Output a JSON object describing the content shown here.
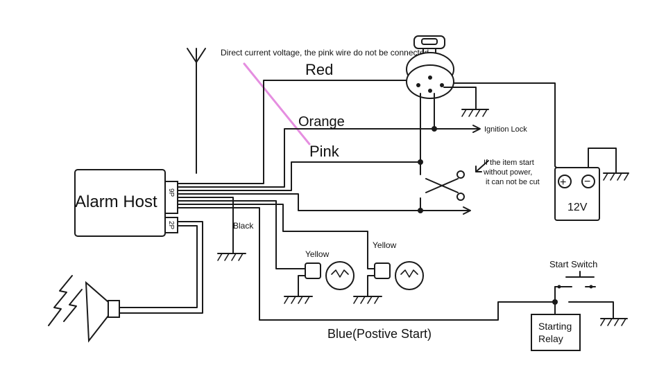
{
  "labels": {
    "note": "Direct current voltage, the pink wire do not be connected.",
    "red": "Red",
    "orange": "Orange",
    "pink": "Pink",
    "alarm_host": "Alarm Host",
    "connector_9p": "9P",
    "connector_2p": "2P",
    "black": "Black",
    "yellow_1": "Yellow",
    "yellow_2": "Yellow",
    "ignition_lock": "Ignition Lock",
    "cut_note_line1": "If the item start",
    "cut_note_line2": "without power,",
    "cut_note_line3": "it can not be cut",
    "battery": "12V",
    "battery_plus": "+",
    "battery_minus": "−",
    "start_switch": "Start Switch",
    "starting_relay_line1": "Starting",
    "starting_relay_line2": "Relay",
    "blue": "Blue(Postive Start)"
  },
  "colors": {
    "pink_marker": "#e58ee0",
    "wire": "#1a1a1a",
    "background": "#ffffff"
  },
  "icons": [
    "antenna-icon",
    "ignition-switch-icon",
    "ground-icon",
    "bulb-icon",
    "scissors-icon",
    "arrow-icon",
    "siren-icon",
    "battery-icon"
  ]
}
